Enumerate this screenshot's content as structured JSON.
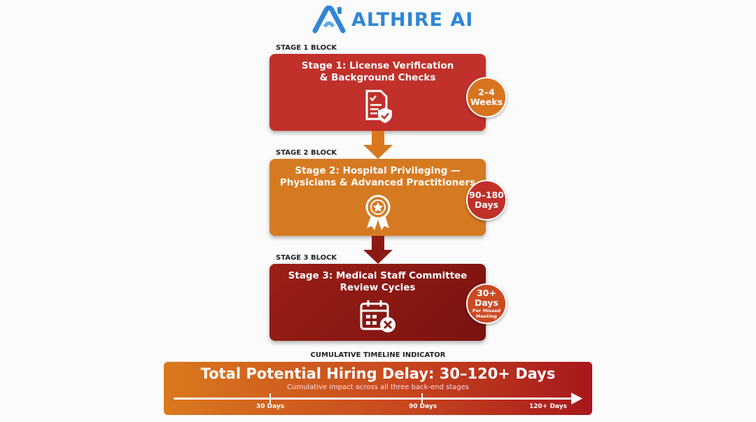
{
  "brand": {
    "name": "ALTHIRE AI",
    "color": "#2f86d6"
  },
  "stages": [
    {
      "block_label": "STAGE 1 BLOCK",
      "title_line1": "Stage 1: License Verification",
      "title_line2": "& Background Checks",
      "icon": "document-shield-check-icon",
      "badge_line1": "2–4",
      "badge_line2": "Weeks",
      "color": "#c1302a"
    },
    {
      "block_label": "STAGE 2 BLOCK",
      "title_line1": "Stage 2: Hospital Privileging —",
      "title_line2": "Physicians & Advanced Practitioners",
      "icon": "award-ribbon-icon",
      "badge_line1": "90–180",
      "badge_line2": "Days",
      "color": "#d67a22"
    },
    {
      "block_label": "STAGE 3 BLOCK",
      "title_line1": "Stage 3: Medical Staff Committee",
      "title_line2": "Review Cycles",
      "icon": "calendar-x-icon",
      "badge_line1": "30+",
      "badge_line2": "Days",
      "badge_note": "Per Missed Meeting",
      "color": "#8b1a14"
    }
  ],
  "cumulative": {
    "label": "CUMULATIVE TIMELINE INDICATOR",
    "title": "Total Potential Hiring Delay: 30–120+ Days",
    "subtitle": "Cumulative impact across all three back-end stages",
    "ticks": [
      "30 Days",
      "90 Days",
      "120+ Days"
    ]
  }
}
